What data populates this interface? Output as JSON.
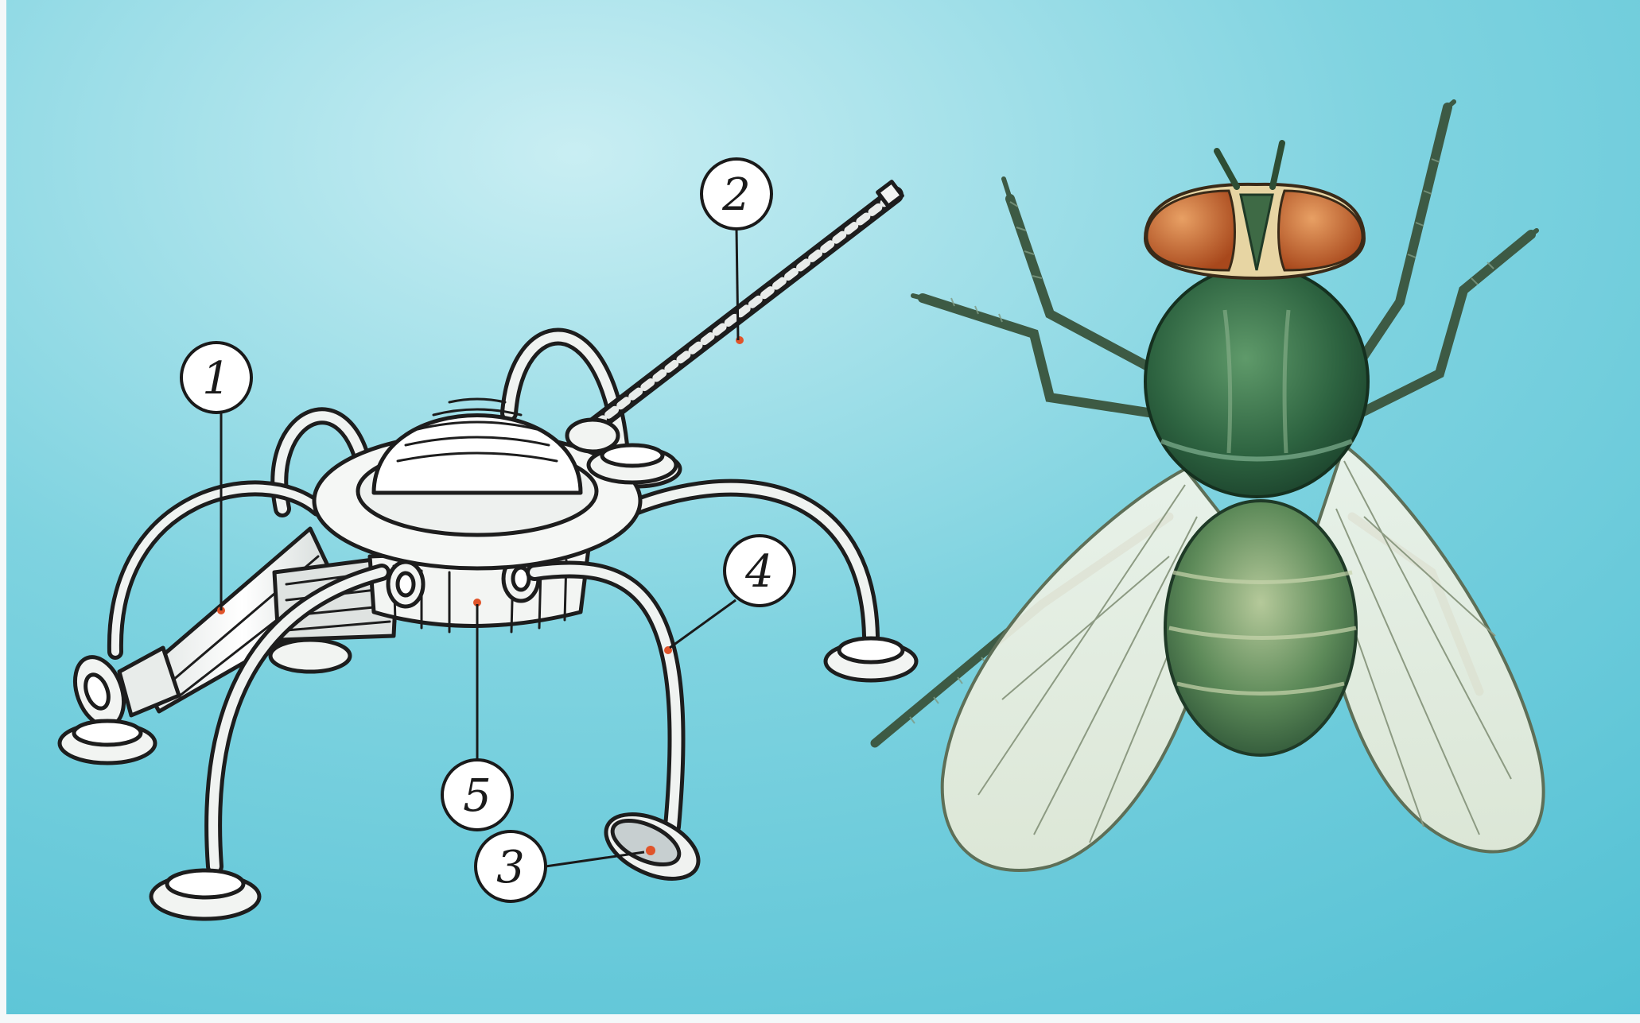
{
  "colors": {
    "background": "#5cc6d8",
    "background_light": "#b9e7ee",
    "robot_body": "#f4f6f4",
    "robot_outline": "#1d1d1d",
    "marker_dot": "#e0542a",
    "fly_thorax": "#2f6a43",
    "fly_abdomen": "#6f9a63",
    "fly_eyes": "#c5662b",
    "fly_wing": "#e9eedf"
  },
  "callouts": [
    {
      "number": "1"
    },
    {
      "number": "2"
    },
    {
      "number": "3"
    },
    {
      "number": "4"
    },
    {
      "number": "5"
    }
  ],
  "illustrations": {
    "left": "robot-fly-icon",
    "right": "housefly-icon"
  }
}
